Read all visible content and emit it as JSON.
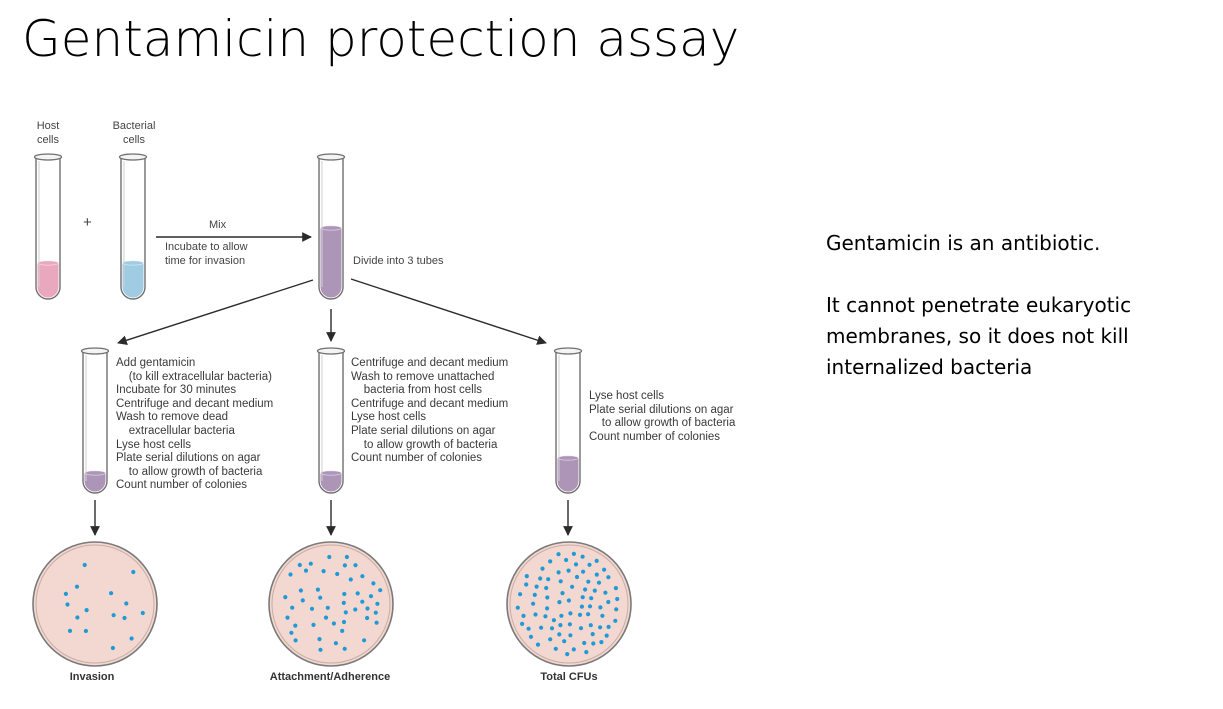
{
  "slide": {
    "title": "Gentamicin protection assay",
    "side_text": [
      "Gentamicin is an antibiotic.",
      "It cannot penetrate eukaryotic membranes, so it does not kill internalized bacteria"
    ]
  },
  "diagram": {
    "host_label": "Host\ncells",
    "bacterial_label": "Bacterial\ncells",
    "plus": "+",
    "mix_label": "Mix",
    "incubate_label": "Incubate to allow\ntime for invasion",
    "divide_label": "Divide into 3 tubes",
    "branches": [
      {
        "steps": "Add gentamicin\n    (to kill extracellular bacteria)\nIncubate for 30 minutes\nCentrifuge and decant medium\nWash to remove dead\n    extracellular bacteria\nLyse host cells\nPlate serial dilutions on agar\n    to allow growth of bacteria\nCount number of colonies",
        "caption": "Invasion"
      },
      {
        "steps": "Centrifuge and decant medium\nWash to remove unattached\n    bacteria from host cells\nCentrifuge and decant medium\nLyse host cells\nPlate serial dilutions on agar\n    to allow growth of bacteria\nCount number of colonies",
        "caption": "Attachment/Adherence"
      },
      {
        "steps": "Lyse host cells\nPlate serial dilutions on agar\n    to allow growth of bacteria\nCount number of colonies",
        "caption": "Total CFUs"
      }
    ],
    "colors": {
      "host_fluid": "#e9a8bd",
      "bacteria_fluid": "#9fcbe3",
      "mixture_fluid": "#ad95b8",
      "plate_fill": "#f2d8d0",
      "colony": "#1f9ad6",
      "arrow": "#2b2b2b"
    },
    "colony_counts": [
      16,
      48,
      82
    ]
  }
}
